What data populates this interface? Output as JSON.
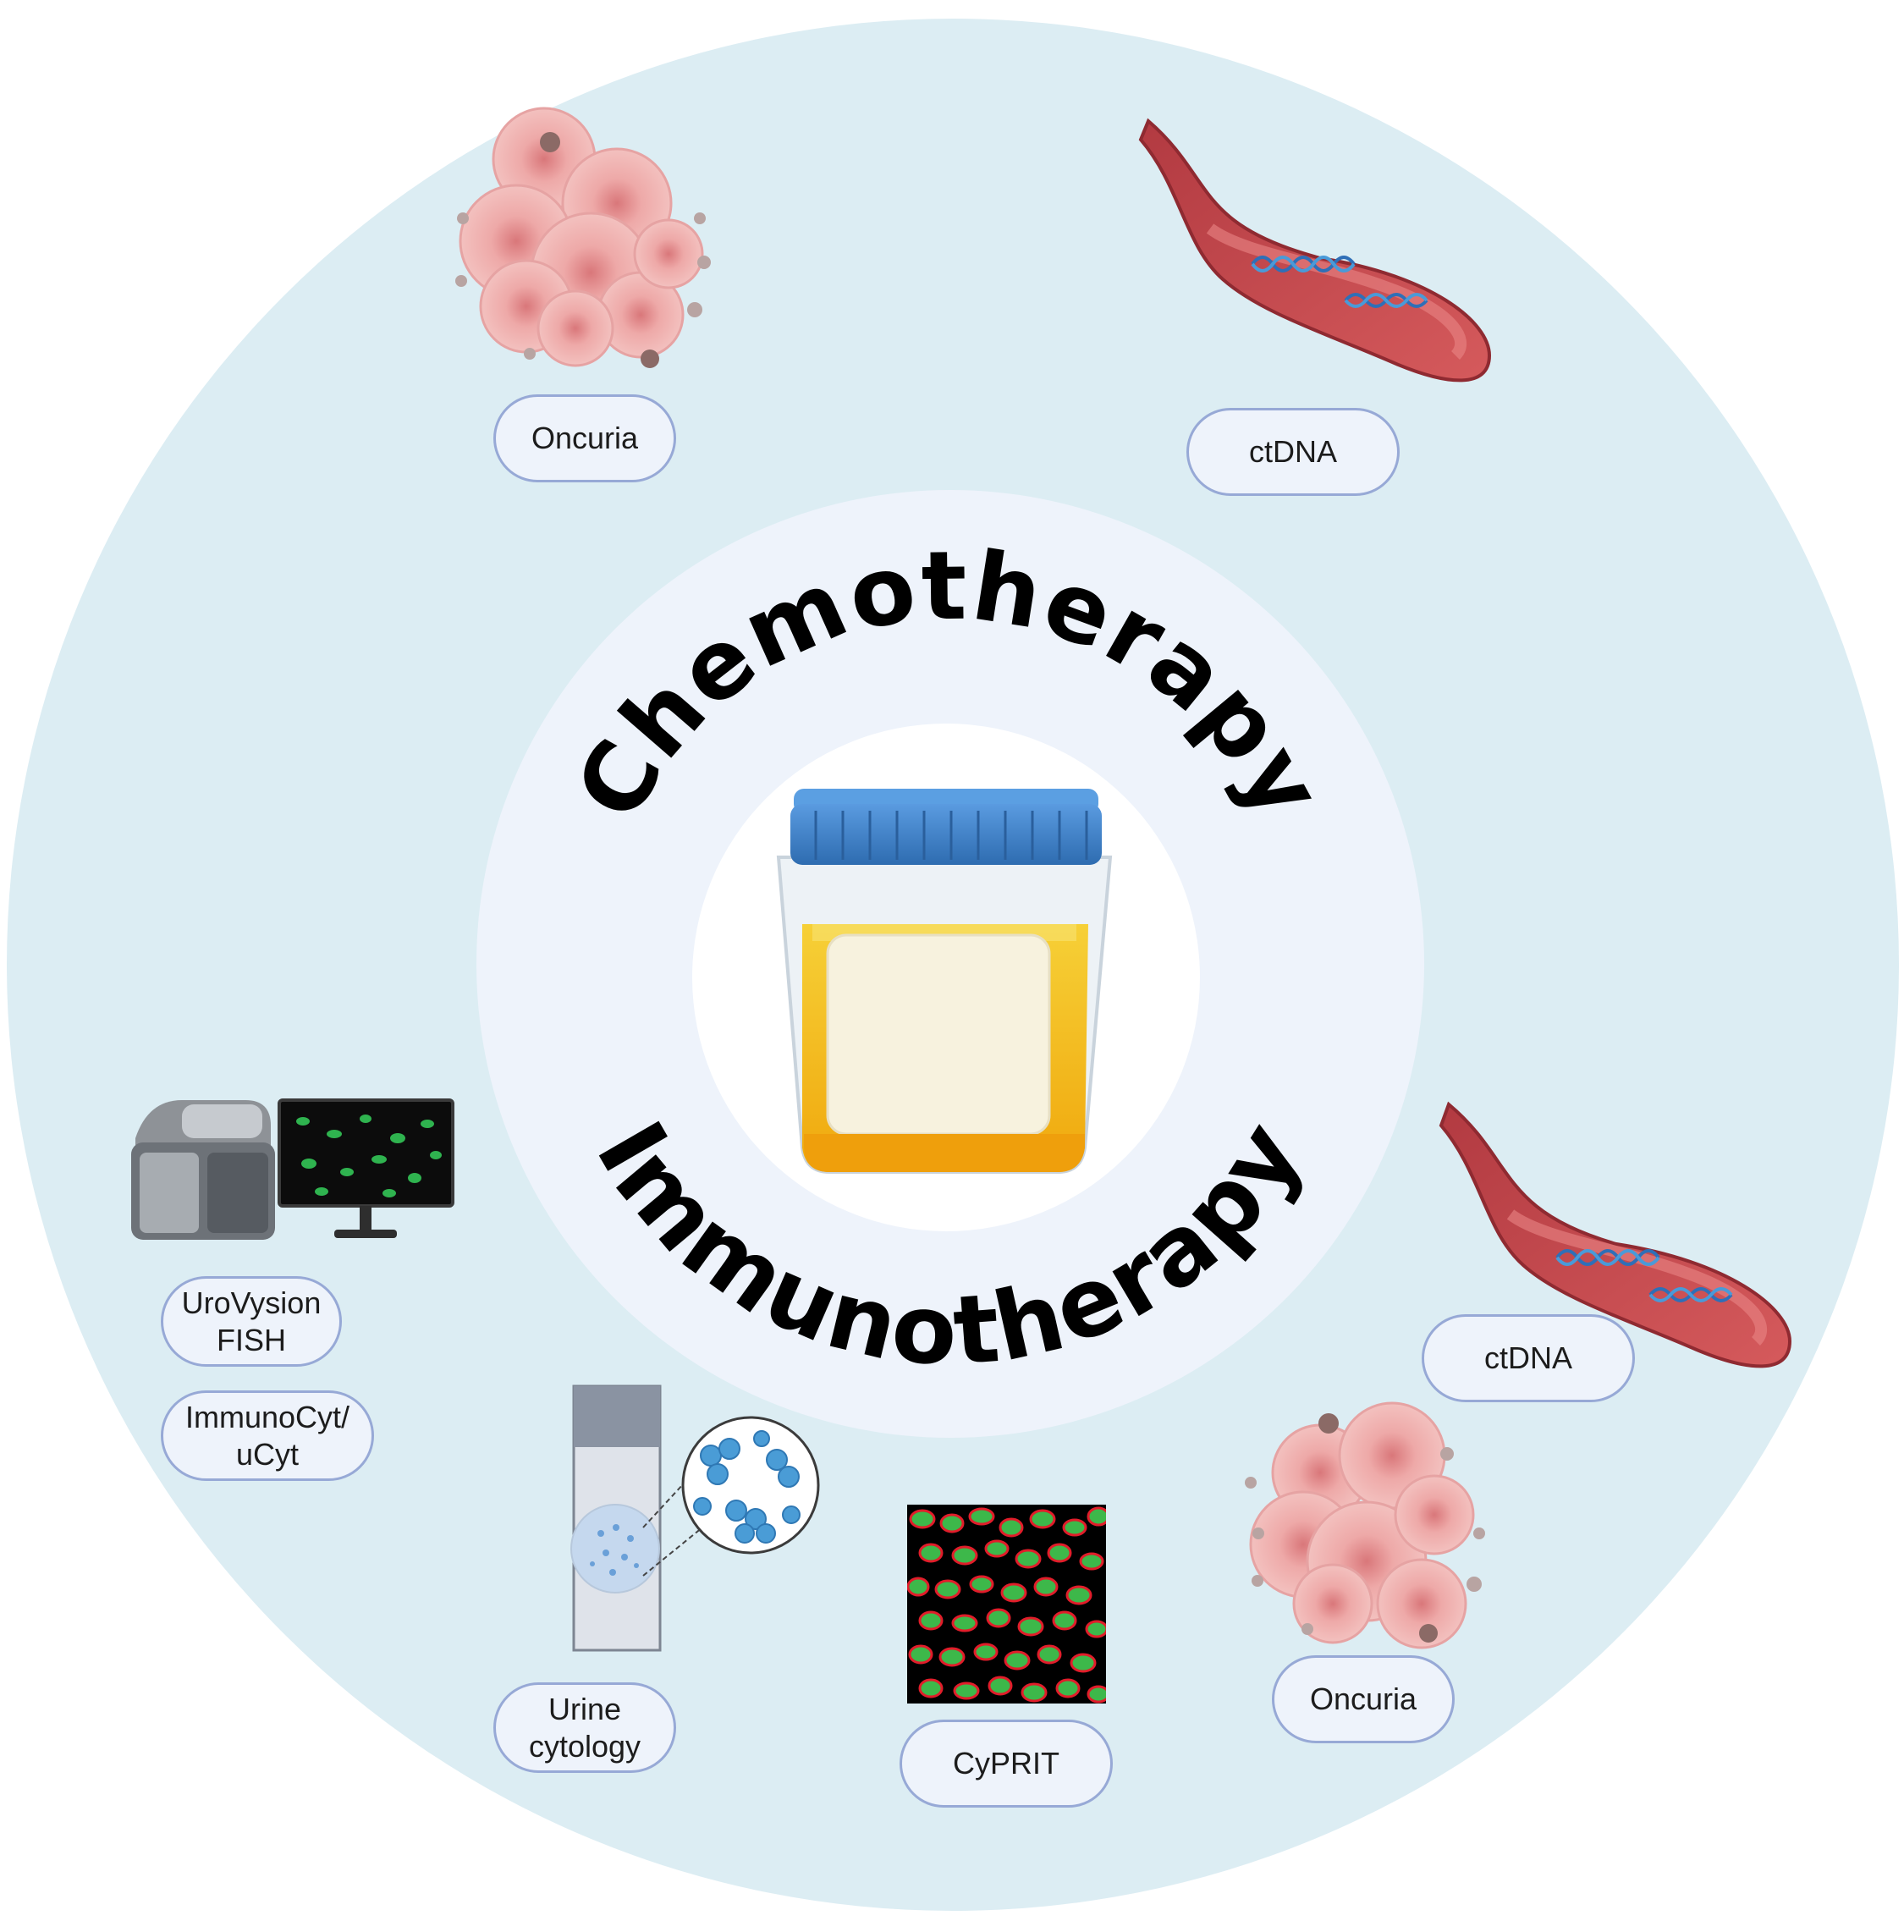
{
  "center": {
    "title_top": "Chemotherapy",
    "title_bottom": "Immunotherapy",
    "icon": "urine-sample-cup-icon"
  },
  "labels": {
    "oncuria_top": "Oncuria",
    "ctdna_top": "ctDNA",
    "urovysion_line1": "UroVysion",
    "urovysion_line2": "FISH",
    "immunocyt_line1": "ImmunoCyt/",
    "immunocyt_line2": "uCyt",
    "urine_cytology_line1": "Urine",
    "urine_cytology_line2": "cytology",
    "cyprit": "CyPRIT",
    "ctdna_right": "ctDNA",
    "oncuria_bottom": "Oncuria"
  },
  "icons": {
    "tumor_cells": "tumor-cell-cluster-icon",
    "blood_vessel": "blood-vessel-ctdna-icon",
    "fish_scanner": "fluorescence-scanner-icon",
    "monitor": "fluorescence-monitor-icon",
    "slide": "cytology-slide-icon",
    "fluorescence_tissue": "fluorescence-tissue-icon"
  },
  "colors": {
    "outer_ring": "#dcedf3",
    "inner_ring": "#eef3fb",
    "core": "#ffffff",
    "pill_border": "#97a9d6",
    "cap": "#3c7ec4",
    "urine": "#f2c21a",
    "vessel": "#c64a4f",
    "tumor": "#e9a4a4"
  }
}
